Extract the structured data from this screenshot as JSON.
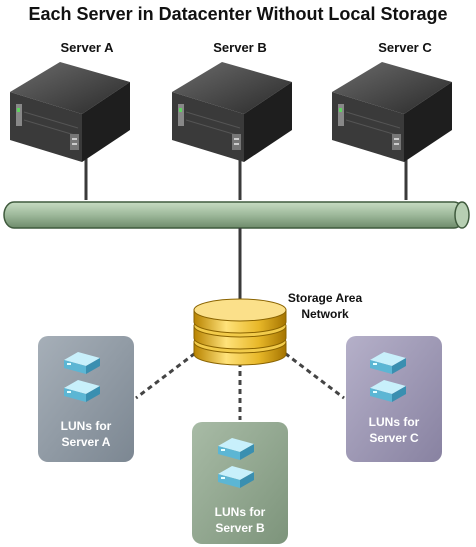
{
  "title": "Each Server in Datacenter Without Local Storage",
  "servers": [
    {
      "label": "Server A"
    },
    {
      "label": "Server B"
    },
    {
      "label": "Server C"
    }
  ],
  "san": {
    "line1": "Storage Area",
    "line2": "Network"
  },
  "luns": [
    {
      "line1": "LUNs for",
      "line2": "Server A",
      "color": "#8a95a0"
    },
    {
      "line1": "LUNs for",
      "line2": "Server B",
      "color": "#8aa08a"
    },
    {
      "line1": "LUNs for",
      "line2": "Server C",
      "color": "#8f8aa8"
    }
  ],
  "colors": {
    "network_bus": "#9db89a",
    "disk_gold": "#e8b829",
    "disk_icon": "#8fd3e8"
  }
}
